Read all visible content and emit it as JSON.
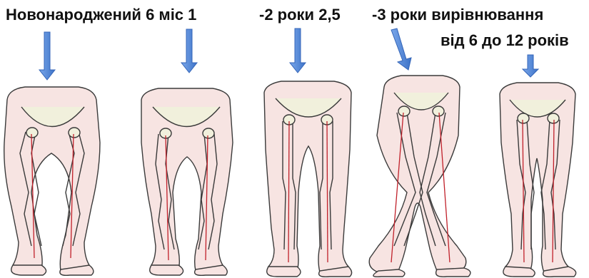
{
  "labels": {
    "stage1": "Новонароджений 6 міс 1",
    "stage2": "-2 роки 2,5",
    "stage3": "-3 роки вирівнювання",
    "stage4": "від 6 до 12 років"
  },
  "colors": {
    "skin": "#f7e4e2",
    "outline": "#3a3a3a",
    "bone": "#f1f0dc",
    "axis_line": "#c0202a",
    "arrow": "#4f86d8",
    "text": "#111111"
  },
  "icons": {
    "arrow": "down-arrow-icon",
    "legs": "lower-limbs-illustration"
  },
  "stages": [
    {
      "id": "newborn",
      "leg_shape": "varus (bowed)"
    },
    {
      "id": "6-12-months",
      "leg_shape": "varus"
    },
    {
      "id": "2-years",
      "leg_shape": "straight"
    },
    {
      "id": "3-years",
      "leg_shape": "valgus (knock-knee)"
    },
    {
      "id": "6-12-years",
      "leg_shape": "straight / aligned"
    }
  ]
}
